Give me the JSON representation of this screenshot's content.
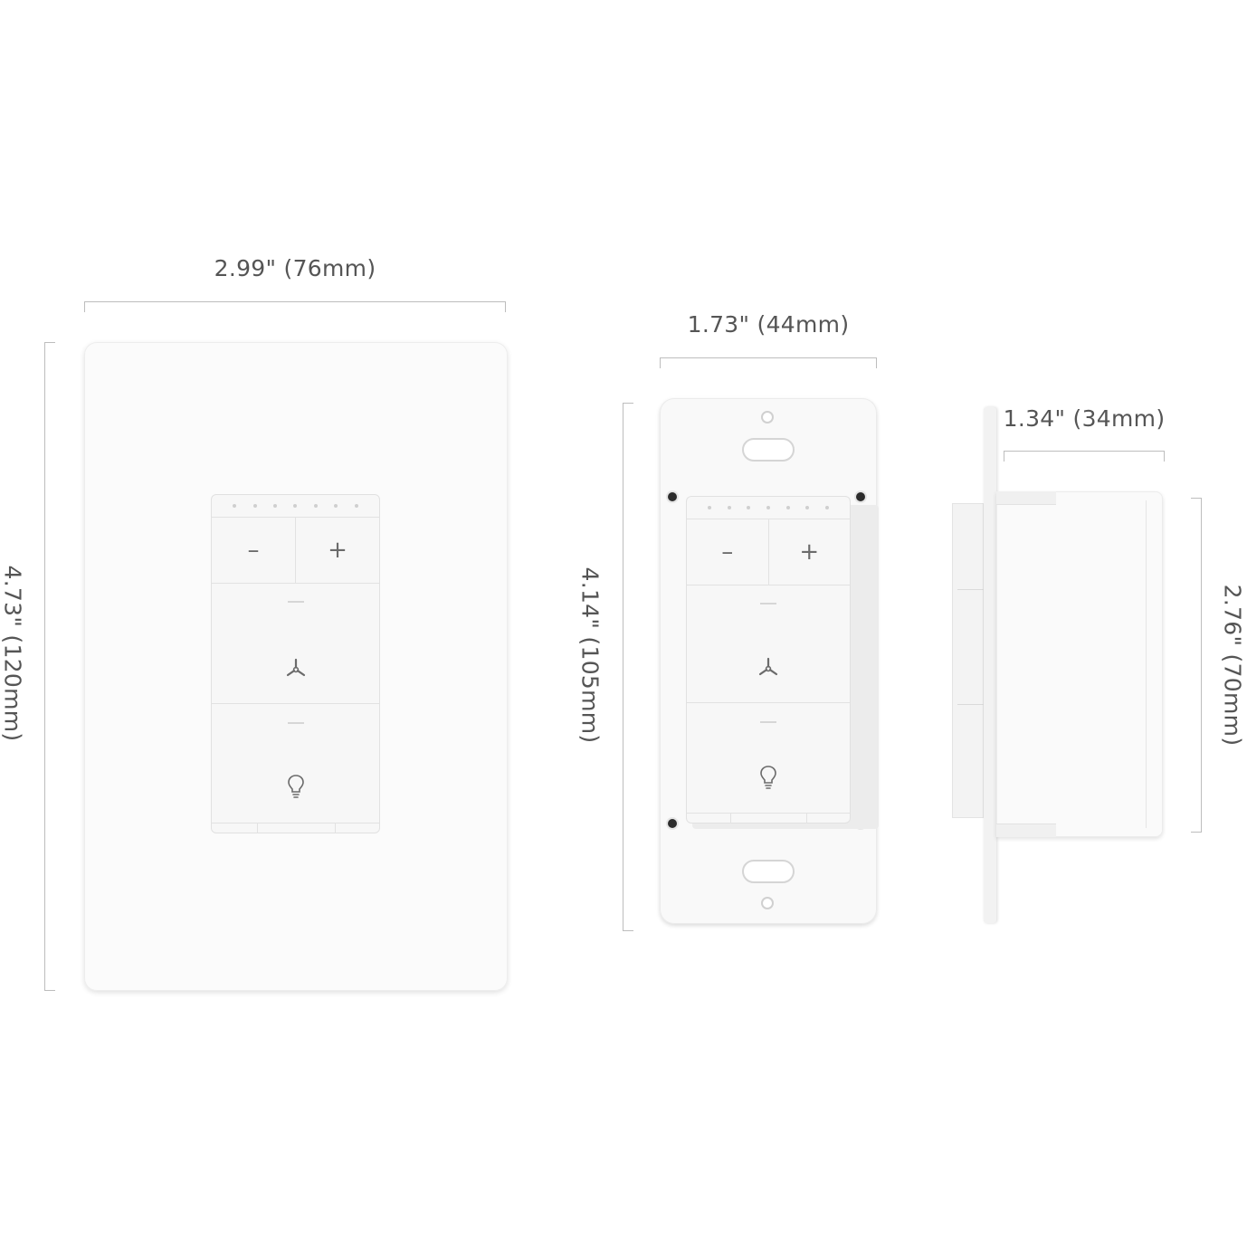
{
  "dimensions": {
    "plate_width": "2.99\" (76mm)",
    "plate_height": "4.73\" (120mm)",
    "strap_width": "1.73\" (44mm)",
    "strap_height": "4.14\" (105mm)",
    "depth": "1.34\" (34mm)",
    "body_height": "2.76\" (70mm)"
  },
  "switch": {
    "minus_label": "–",
    "plus_label": "+",
    "fan_icon": "fan-icon",
    "light_icon": "bulb-icon",
    "led_count": 7
  },
  "colors": {
    "label": "#555555",
    "guide": "#bdbdbd",
    "plastic": "#f7f7f7"
  }
}
